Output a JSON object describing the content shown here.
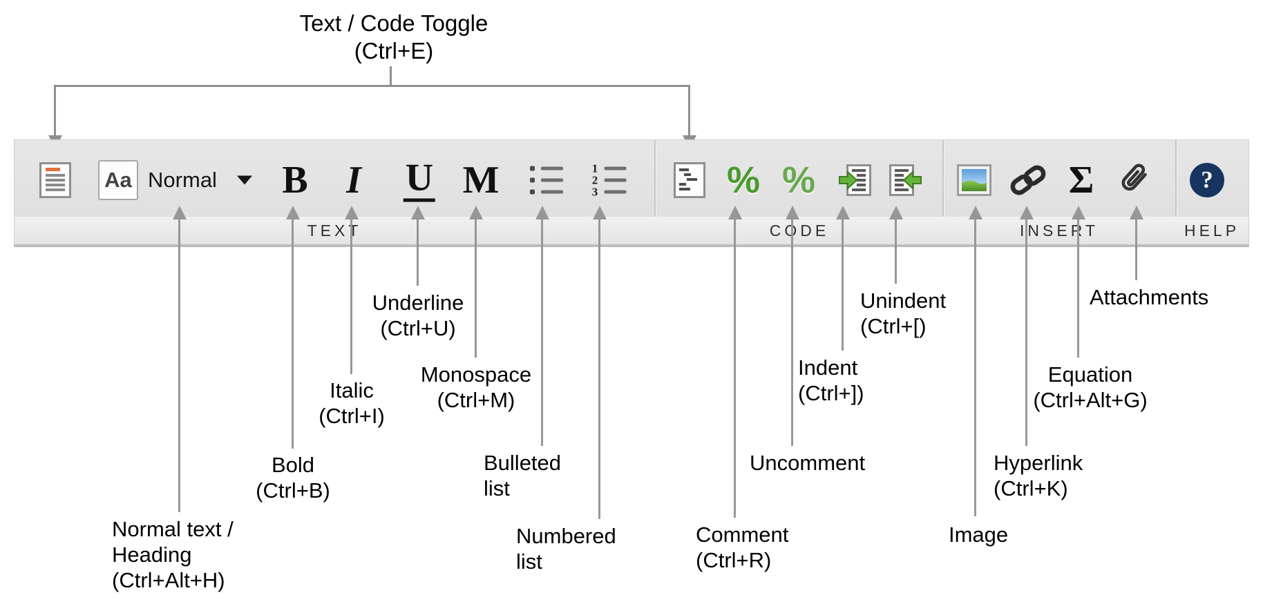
{
  "toolbar": {
    "sections": {
      "text": "TEXT",
      "code": "CODE",
      "insert": "INSERT",
      "help": "HELP"
    },
    "style_button_label": "Aa",
    "paragraph_style_value": "Normal",
    "glyphs": {
      "bold": "B",
      "italic": "I",
      "underline": "U",
      "monospace": "M",
      "comment": "%",
      "uncomment": "%",
      "equation": "Σ",
      "help": "?"
    },
    "numbered_list_digits": [
      "1",
      "2",
      "3"
    ]
  },
  "annotations": {
    "text_code_toggle": {
      "line1": "Text / Code Toggle",
      "line2": "(Ctrl+E)"
    },
    "normal_heading": {
      "line1": "Normal text /",
      "line2": "Heading",
      "line3": "(Ctrl+Alt+H)"
    },
    "bold": {
      "line1": "Bold",
      "line2": "(Ctrl+B)"
    },
    "italic": {
      "line1": "Italic",
      "line2": "(Ctrl+I)"
    },
    "underline": {
      "line1": "Underline",
      "line2": "(Ctrl+U)"
    },
    "monospace": {
      "line1": "Monospace",
      "line2": "(Ctrl+M)"
    },
    "bulleted": {
      "line1": "Bulleted",
      "line2": "list"
    },
    "numbered": {
      "line1": "Numbered",
      "line2": "list"
    },
    "comment": {
      "line1": "Comment",
      "line2": "(Ctrl+R)"
    },
    "uncomment": {
      "line1": "Uncomment"
    },
    "indent": {
      "line1": "Indent",
      "line2": "(Ctrl+])"
    },
    "unindent": {
      "line1": "Unindent",
      "line2": "(Ctrl+[)"
    },
    "image": {
      "line1": "Image"
    },
    "hyperlink": {
      "line1": "Hyperlink",
      "line2": "(Ctrl+K)"
    },
    "equation": {
      "line1": "Equation",
      "line2": "(Ctrl+Alt+G)"
    },
    "attachments": {
      "line1": "Attachments"
    }
  },
  "colors": {
    "toolbar_gray": "#e0e0e0",
    "strip_gray": "#eeeeee",
    "doc_accent_orange": "#e0703c",
    "code_green": "#4a9a2d",
    "uncomment_x_blue": "#6f97d4",
    "indent_arrow_green": "#64b33c",
    "image_sky_blue": "#6fb0e8",
    "image_grass_green": "#5a9e3a",
    "help_navy": "#17355f",
    "leader_gray": "#979797",
    "label_black": "#000000"
  }
}
